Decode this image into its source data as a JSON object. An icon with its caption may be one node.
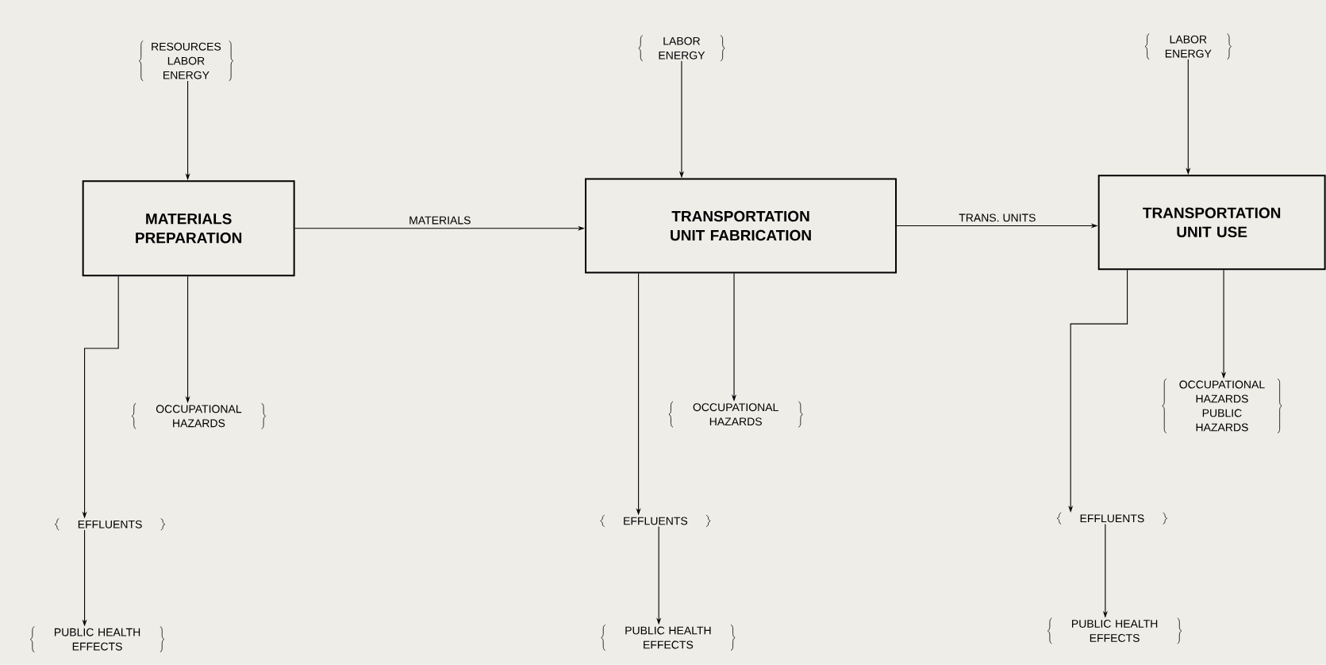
{
  "diagram": {
    "nodes": [
      {
        "text": [
          "RESOURCES LABOR ENERGY"
        ]
      },
      {
        "text": [
          "MATERIALS PREPARATION"
        ]
      },
      {
        "text": [
          "LABOR ENERGY"
        ]
      },
      {
        "text": [
          "TRANSPORTATION UNIT FABRICATION"
        ]
      },
      {
        "text": [
          "LABOR ENERGY"
        ]
      },
      {
        "text": [
          "TRANSPORTATION UNIT USE"
        ]
      },
      {
        "text": [
          "OCCUPATIONAL HAZARDS"
        ]
      },
      {
        "text": [
          "EFFLUENTS"
        ]
      },
      {
        "text": [
          "PUBLIC HEALTH EFFECTS"
        ]
      },
      {
        "text": [
          "OCCUPATIONAL HAZARDS"
        ]
      },
      {
        "text": [
          "EFFLUENTS"
        ]
      },
      {
        "text": [
          "PUBLIC HEALTH EFFECTS"
        ]
      },
      {
        "text": [
          "OCCUPATIONAL HAZARDS PUBLIC HAZARDS"
        ]
      },
      {
        "text": [
          "EFFLUENTS"
        ]
      },
      {
        "text": [
          "PUBLIC HEALTH EFFECTS"
        ]
      }
    ],
    "edges": [
      {
        "from": 0,
        "to": 1,
        "arrow": "to"
      },
      {
        "from": 1,
        "to": 3,
        "arrow": "to",
        "label": "MATERIALS"
      },
      {
        "from": 2,
        "to": 3,
        "arrow": "to"
      },
      {
        "from": 3,
        "to": 5,
        "arrow": "to",
        "label": "TRANS. UNITS"
      },
      {
        "from": 4,
        "to": 5,
        "arrow": "to"
      },
      {
        "from": 1,
        "to": 6,
        "arrow": "to"
      },
      {
        "from": 1,
        "to": 7,
        "arrow": "to"
      },
      {
        "from": 7,
        "to": 8,
        "arrow": "to"
      },
      {
        "from": 3,
        "to": 9,
        "arrow": "to"
      },
      {
        "from": 3,
        "to": 10,
        "arrow": "to"
      },
      {
        "from": 10,
        "to": 11,
        "arrow": "to"
      },
      {
        "from": 5,
        "to": 12,
        "arrow": "to"
      },
      {
        "from": 5,
        "to": 13,
        "arrow": "to"
      },
      {
        "from": 13,
        "to": 14,
        "arrow": "to"
      }
    ]
  }
}
